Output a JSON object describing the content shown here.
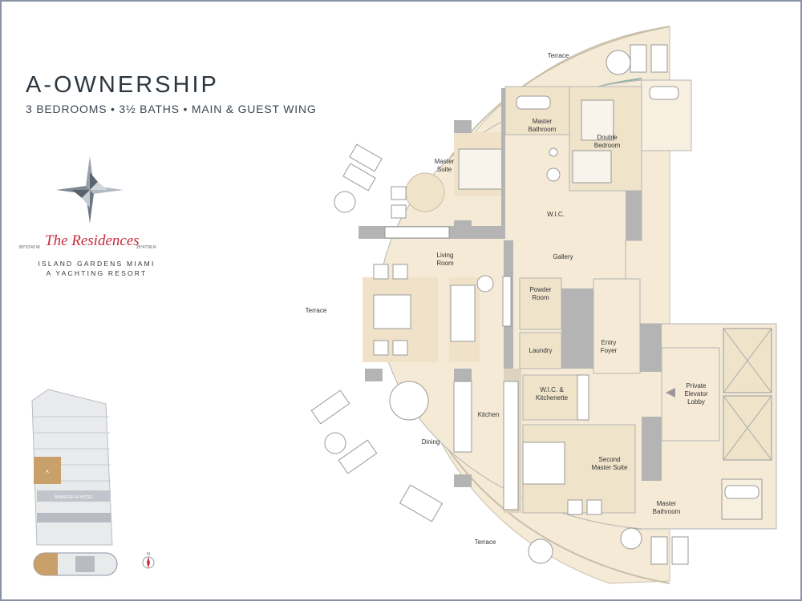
{
  "header": {
    "title": "A-OWNERSHIP",
    "subtitle": "3 BEDROOMS • 3½ BATHS • MAIN & GUEST WING"
  },
  "brand": {
    "name": "The Residences",
    "line1": "ISLAND GARDENS MIAMI",
    "line2": "A YACHTING RESORT",
    "coord_left": "80°10'43 W",
    "coord_right": "25°47'06 N"
  },
  "rooms": {
    "terrace_top": "Terrace",
    "terrace_left": "Terrace",
    "terrace_bottom": "Terrace",
    "master_suite": [
      "Master",
      "Suite"
    ],
    "master_bathroom": [
      "Master",
      "Bathroom"
    ],
    "double_bedroom": [
      "Double",
      "Bedroom"
    ],
    "wic": "W.I.C.",
    "living_room": [
      "Living",
      "Room"
    ],
    "gallery": "Gallery",
    "powder_room": [
      "Powder",
      "Room"
    ],
    "laundry": "Laundry",
    "entry_foyer": [
      "Entry",
      "Foyer"
    ],
    "private_elevator_lobby": [
      "Private",
      "Elevator",
      "Lobby"
    ],
    "wic_kitchenette": [
      "W.I.C. &",
      "Kitchenette"
    ],
    "kitchen": "Kitchen",
    "dining": "Dining",
    "second_master_suite": [
      "Second",
      "Master Suite"
    ],
    "second_master_bathroom": [
      "Master",
      "Bathroom"
    ]
  },
  "building": {
    "hotel_label": "SHANGRI-LA HOTEL",
    "unit_marker": "A"
  },
  "compass": {
    "north": "N"
  },
  "colors": {
    "floor": "#f4ead6",
    "floor_dark": "#ece0c6",
    "wall": "#b4b4b4",
    "glass": "#8fb3a9",
    "unit_highlight": "#c9a06a",
    "brand_red": "#c8293a"
  }
}
